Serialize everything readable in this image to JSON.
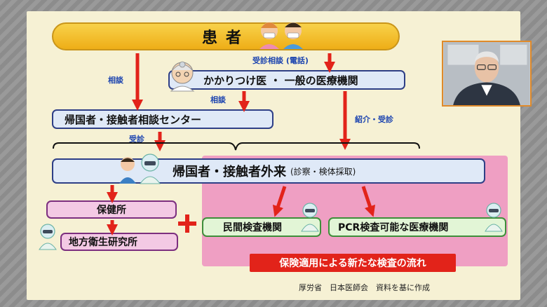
{
  "diagram": {
    "patient": "患者",
    "doctor_box": "かかりつけ医 ・ 一般の医療機関",
    "center_box": "帰国者・接触者相談センター",
    "outpatient_main": "帰国者・接触者外来",
    "outpatient_sub": "(診察・検体採取)",
    "hokenjo": "保健所",
    "chiho": "地方衛生研究所",
    "minkan": "民間検査機関",
    "pcr": "PCR検査可能な医療機関",
    "caption": "保険適用による新たな検査の流れ",
    "source": "厚労省　日本医師会　資料を基に作成",
    "labels": {
      "consult_phone": "受診相談 (電話)",
      "consult_left": "相談",
      "consult_mid": "相談",
      "referral": "紹介・受診",
      "visit": "受診"
    }
  },
  "colors": {
    "board": "#f6f1d4",
    "arrow": "#e2231a",
    "box_border": "#2e3f86",
    "pink_region": "#ef9fc3",
    "label_blue": "#1d45b0"
  },
  "icons": [
    "masked-patient-icon",
    "doctor-icon",
    "nurse-ppe-icon",
    "lab-worker-icon"
  ]
}
